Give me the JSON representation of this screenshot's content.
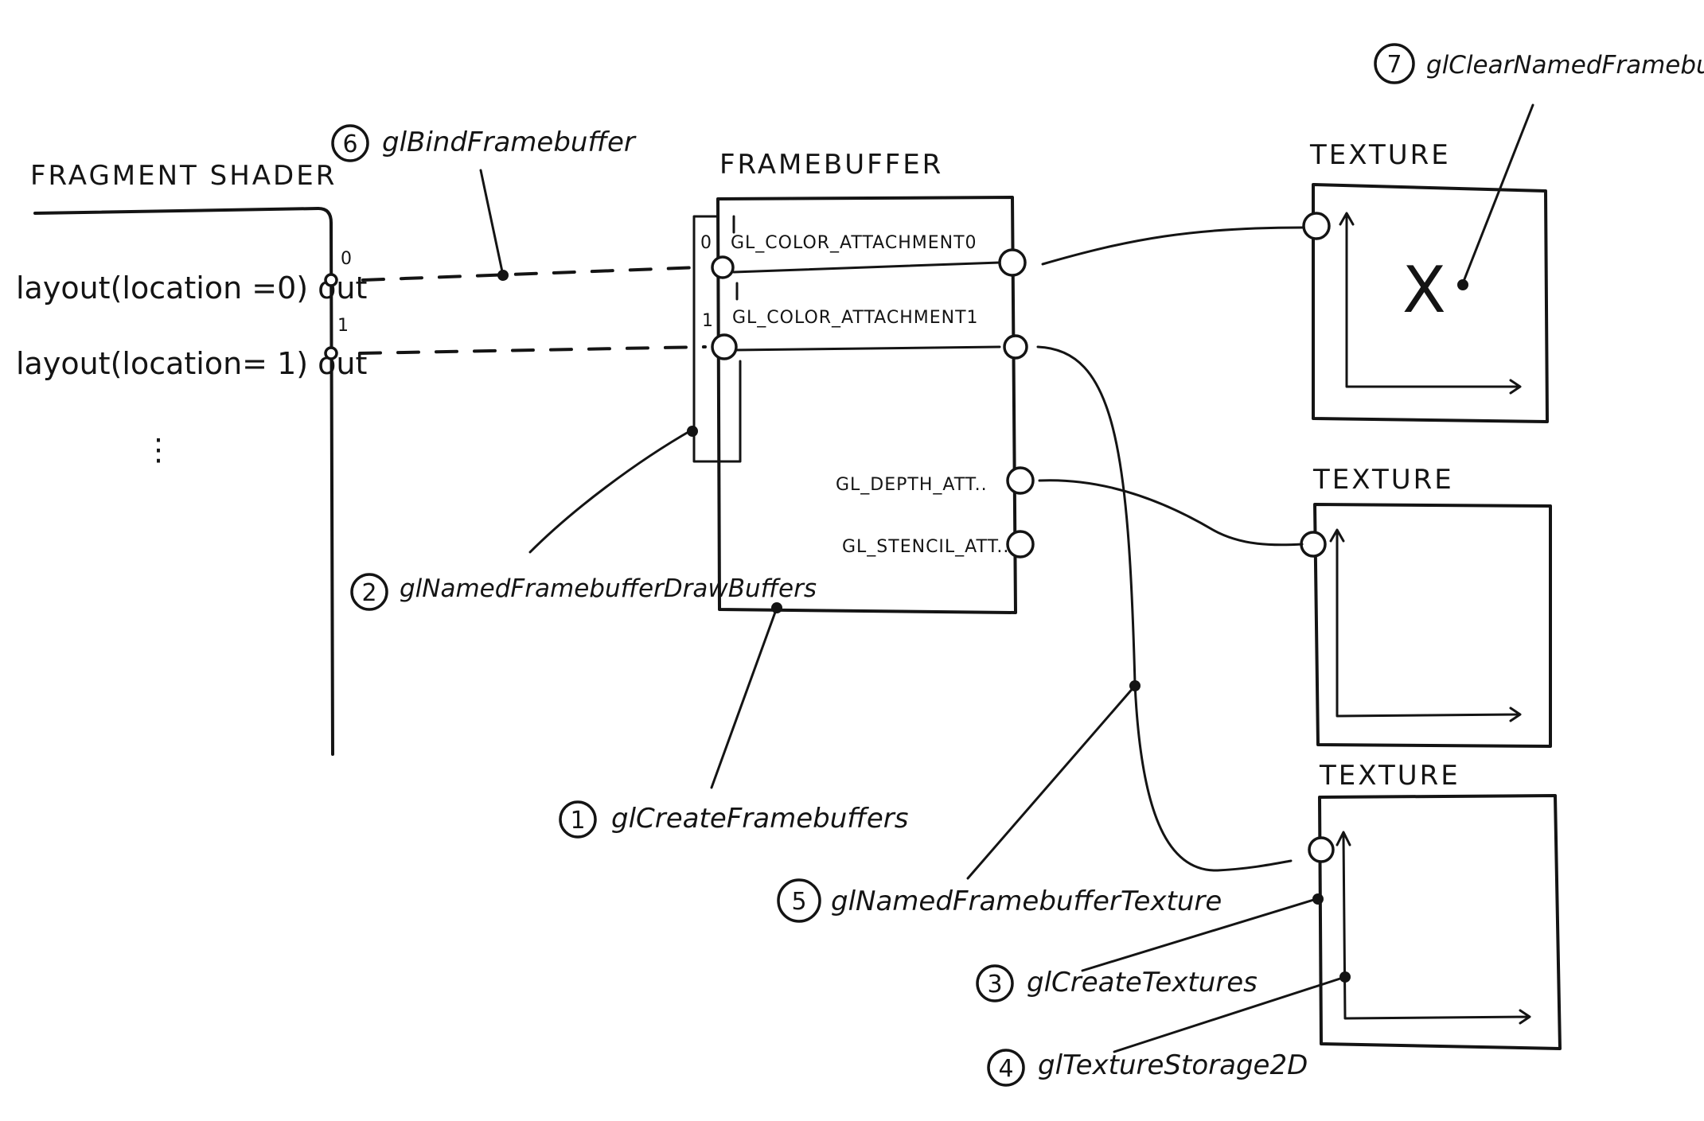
{
  "fragment_shader": {
    "title": "FRAGMENT SHADER",
    "outputs": [
      {
        "label": "layout(location =0) out",
        "index": "0"
      },
      {
        "label": "layout(location= 1) out",
        "index": "1"
      }
    ],
    "ellipsis": "⋮"
  },
  "framebuffer": {
    "title": "FRAMEBUFFER",
    "draw_buffer_indices": [
      "0",
      "1"
    ],
    "attachments": [
      {
        "label": "GL_COLOR_ATTACHMENT0"
      },
      {
        "label": "GL_COLOR_ATTACHMENT1"
      },
      {
        "label": "GL_DEPTH_ATT.."
      },
      {
        "label": "GL_STENCIL_ATT.."
      }
    ]
  },
  "textures": [
    {
      "title": "TEXTURE",
      "marker": "X"
    },
    {
      "title": "TEXTURE"
    },
    {
      "title": "TEXTURE"
    }
  ],
  "steps": [
    {
      "number": "1",
      "call": "glCreateFramebuffers"
    },
    {
      "number": "2",
      "call": "glNamedFramebufferDrawBuffers"
    },
    {
      "number": "3",
      "call": "glCreateTextures"
    },
    {
      "number": "4",
      "call": "glTextureStorage2D"
    },
    {
      "number": "5",
      "call": "glNamedFramebufferTexture"
    },
    {
      "number": "6",
      "call": "glBindFramebuffer"
    },
    {
      "number": "7",
      "call": "glClearNamedFramebuffer"
    }
  ]
}
